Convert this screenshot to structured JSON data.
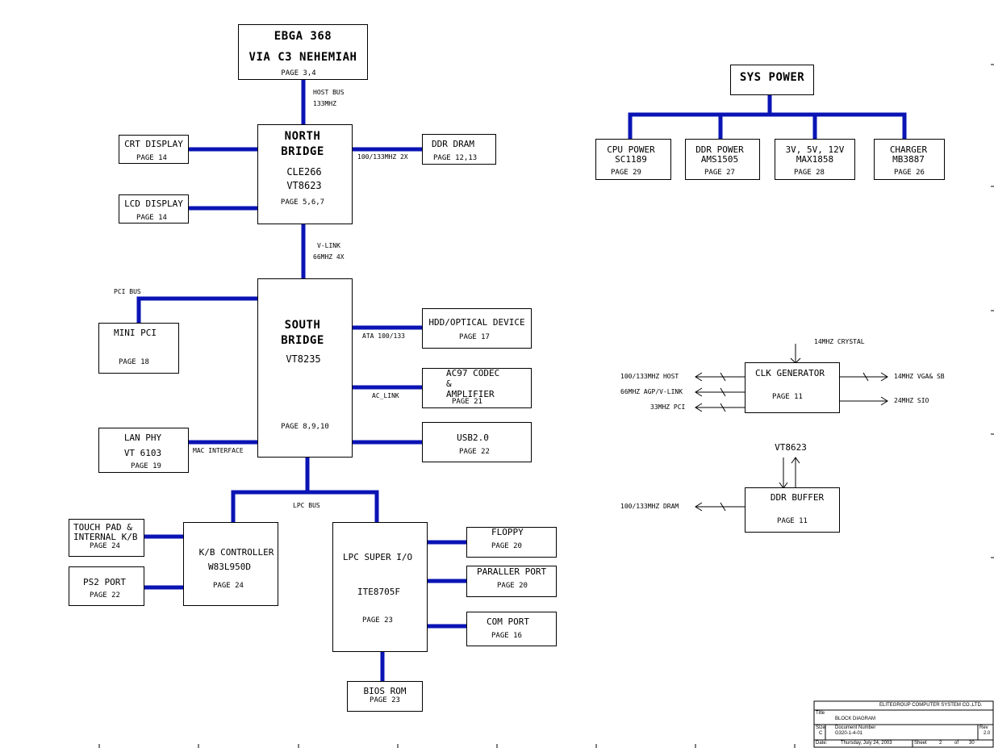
{
  "cpu": {
    "line1": "EBGA 368",
    "line2": "VIA C3 NEHEMIAH",
    "page": "PAGE 3,4"
  },
  "host_bus": {
    "line1": "HOST BUS",
    "line2": "133MHZ"
  },
  "north_bridge": {
    "line1": "NORTH",
    "line2": "BRIDGE",
    "line3": "CLE266",
    "line4": "VT8623",
    "page": "PAGE 5,6,7"
  },
  "crt": {
    "label": "CRT DISPLAY",
    "page": "PAGE 14"
  },
  "lcd": {
    "label": "LCD DISPLAY",
    "page": "PAGE 14"
  },
  "ddr_dram": {
    "label": "DDR DRAM",
    "page": "PAGE 12,13",
    "bus": "100/133MHZ  2X"
  },
  "vlink": {
    "line1": "V-LINK",
    "line2": "66MHZ  4X"
  },
  "pci_bus": "PCI BUS",
  "mini_pci": {
    "label": "MINI PCI",
    "page": "PAGE 18"
  },
  "south_bridge": {
    "line1": "SOUTH",
    "line2": "BRIDGE",
    "line3": "VT8235",
    "page": "PAGE 8,9,10"
  },
  "hdd": {
    "label": "HDD/OPTICAL DEVICE",
    "page": "PAGE 17",
    "bus": "ATA 100/133"
  },
  "ac97": {
    "line1": "AC97 CODEC",
    "line2": "&",
    "line3": "AMPLIFIER",
    "page": "PAGE 21",
    "bus": "AC_LINK"
  },
  "usb": {
    "label": "USB2.0",
    "page": "PAGE 22"
  },
  "lan": {
    "line1": "LAN PHY",
    "line2": "VT 6103",
    "page": "PAGE 19",
    "bus": "MAC INTERFACE"
  },
  "lpc_bus": "LPC BUS",
  "touchpad": {
    "line1": "TOUCH PAD &",
    "line2": "INTERNAL K/B",
    "page": "PAGE 24"
  },
  "ps2": {
    "label": "PS2 PORT",
    "page": "PAGE 22"
  },
  "kbc": {
    "line1": "K/B CONTROLLER",
    "line2": "W83L950D",
    "page": "PAGE 24"
  },
  "superio": {
    "line1": "LPC SUPER I/O",
    "line2": "ITE8705F",
    "page": "PAGE 23"
  },
  "floppy": {
    "label": "FLOPPY",
    "page": "PAGE 20"
  },
  "parallel": {
    "label": "PARALLER PORT",
    "page": "PAGE 20"
  },
  "com": {
    "label": "COM PORT",
    "page": "PAGE 16"
  },
  "bios": {
    "label": "BIOS ROM",
    "page": "PAGE 23"
  },
  "sys_power": {
    "label": "SYS POWER"
  },
  "cpu_power": {
    "line1": "CPU POWER",
    "line2": "SC1189",
    "page": "PAGE 29"
  },
  "ddr_power": {
    "line1": "DDR POWER",
    "line2": "AMS1505",
    "page": "PAGE 27"
  },
  "v_power": {
    "line1": "3V, 5V, 12V",
    "line2": "MAX1858",
    "page": "PAGE 28"
  },
  "charger": {
    "line1": "CHARGER",
    "line2": "MB3887",
    "page": "PAGE 26"
  },
  "clk": {
    "label": "CLK GENERATOR",
    "page": "PAGE 11",
    "crystal": "14MHZ CRYSTAL",
    "out1": "100/133MHZ   HOST",
    "out2": "66MHZ  AGP/V-LINK",
    "out3": "33MHZ PCI",
    "out4": "14MHZ  VGA& SB",
    "out5": "24MHZ  SIO"
  },
  "ddr_buffer": {
    "label": "DDR BUFFER",
    "page": "PAGE 11",
    "top": "VT8623",
    "out": "100/133MHZ   DRAM"
  },
  "title_block": {
    "company": "ELITEGROUP COMPUTER SYSTEM CO.,LTD.",
    "title_lbl": "Title",
    "title": "BLOCK DIAGRAM",
    "size_lbl": "Size",
    "size": "C",
    "doc_lbl": "Document Number",
    "doc": "G320-1-4-01",
    "rev_lbl": "Rev",
    "rev": "2.0",
    "date_lbl": "Date:",
    "date": "Thursday, July 24, 2003",
    "sheet_lbl": "Sheet",
    "sheet": "2",
    "of_lbl": "of",
    "total": "30"
  },
  "colors": {
    "bus": "#0a14b4",
    "line": "#000000"
  }
}
